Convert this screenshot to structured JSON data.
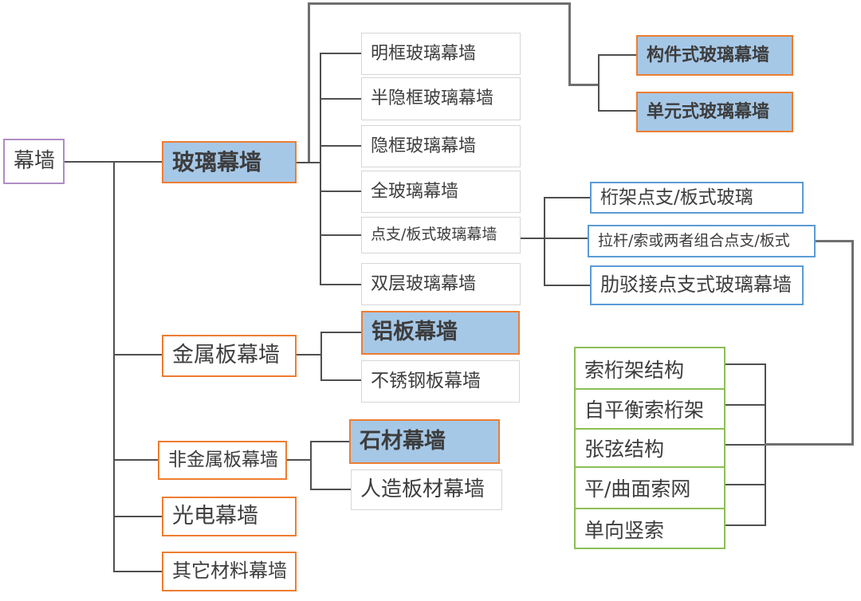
{
  "colors": {
    "highlight_fill_blue": "#a6c8e7",
    "border_orange": "#ed7d31",
    "border_blue": "#5b9bd5",
    "border_green": "#8cbf55",
    "border_purple": "#b08cc5",
    "border_gray": "#d6d6d6",
    "connector_gray": "#4f4f4f",
    "text": "#3d3d3d"
  },
  "tree": {
    "root": {
      "label": "幕墙"
    },
    "glass": {
      "label": "玻璃幕墙",
      "frame_types": [
        {
          "label": "明框玻璃幕墙"
        },
        {
          "label": "半隐框玻璃幕墙"
        },
        {
          "label": "隐框玻璃幕墙"
        },
        {
          "label": "全玻璃幕墙"
        },
        {
          "label": "点支/板式玻璃幕墙"
        },
        {
          "label": "双层玻璃幕墙"
        }
      ],
      "assembly_types": [
        {
          "label": "构件式玻璃幕墙"
        },
        {
          "label": "单元式玻璃幕墙"
        }
      ],
      "point_support_types": [
        {
          "label": "桁架点支/板式玻璃"
        },
        {
          "label": "拉杆/索或两者组合点支/板式"
        },
        {
          "label": "肋驳接点支式玻璃幕墙"
        }
      ]
    },
    "metal_panel": {
      "label": "金属板幕墙",
      "children": [
        {
          "label": "铝板幕墙"
        },
        {
          "label": "不锈钢板幕墙"
        }
      ]
    },
    "non_metal_panel": {
      "label": "非金属板幕墙",
      "children": [
        {
          "label": "石材幕墙"
        },
        {
          "label": "人造板材幕墙"
        }
      ]
    },
    "photovoltaic": {
      "label": "光电幕墙"
    },
    "other_materials": {
      "label": "其它材料幕墙"
    },
    "cable_structures": [
      {
        "label": "索桁架结构"
      },
      {
        "label": "自平衡索桁架"
      },
      {
        "label": "张弦结构"
      },
      {
        "label": "平/曲面索网"
      },
      {
        "label": "单向竖索"
      }
    ]
  }
}
